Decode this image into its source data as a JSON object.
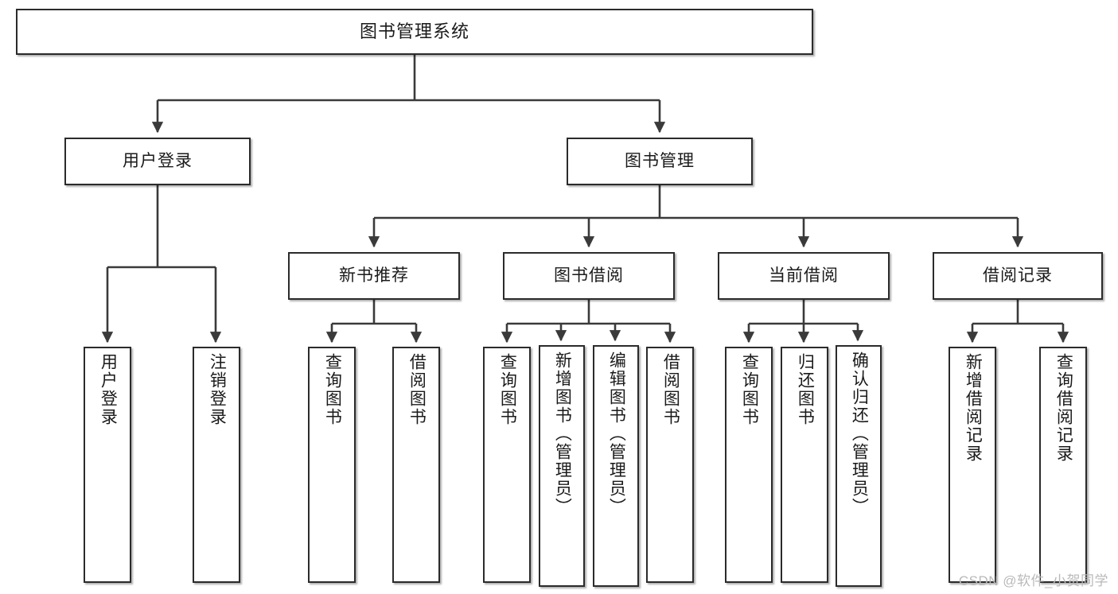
{
  "diagram": {
    "title": "图书管理系统",
    "type": "功能结构图",
    "watermark": "CSDN @软件_小贺同学",
    "colors": {
      "box_border": "#2b2b2b",
      "box_fill": "#ffffff",
      "connector": "#3a3a3a",
      "text": "#1a1a1a",
      "watermark": "#b9b9b9"
    },
    "nodes": {
      "root": {
        "label": "图书管理系统"
      },
      "level1": [
        {
          "id": "user-login",
          "label": "用户登录"
        },
        {
          "id": "book-manage",
          "label": "图书管理"
        }
      ],
      "level2": [
        {
          "id": "new-book-rec",
          "label": "新书推荐"
        },
        {
          "id": "book-borrow",
          "label": "图书借阅"
        },
        {
          "id": "current-borrow",
          "label": "当前借阅"
        },
        {
          "id": "borrow-record",
          "label": "借阅记录"
        }
      ],
      "leaves": {
        "user-login": [
          {
            "id": "leaf-user-login",
            "label": "用户登录"
          },
          {
            "id": "leaf-logout",
            "label": "注销登录"
          }
        ],
        "new-book-rec": [
          {
            "id": "leaf-query-book-1",
            "label": "查询图书"
          },
          {
            "id": "leaf-borrow-book-1",
            "label": "借阅图书"
          }
        ],
        "book-borrow": [
          {
            "id": "leaf-query-book-2",
            "label": "查询图书"
          },
          {
            "id": "leaf-add-book",
            "label": "新增图书（管理员）"
          },
          {
            "id": "leaf-edit-book",
            "label": "编辑图书（管理员）"
          },
          {
            "id": "leaf-borrow-book-2",
            "label": "借阅图书"
          }
        ],
        "current-borrow": [
          {
            "id": "leaf-query-book-3",
            "label": "查询图书"
          },
          {
            "id": "leaf-return-book",
            "label": "归还图书"
          },
          {
            "id": "leaf-confirm-return",
            "label": "确认归还（管理员）"
          }
        ],
        "borrow-record": [
          {
            "id": "leaf-add-record",
            "label": "新增借阅记录"
          },
          {
            "id": "leaf-query-record",
            "label": "查询借阅记录"
          }
        ]
      }
    }
  }
}
